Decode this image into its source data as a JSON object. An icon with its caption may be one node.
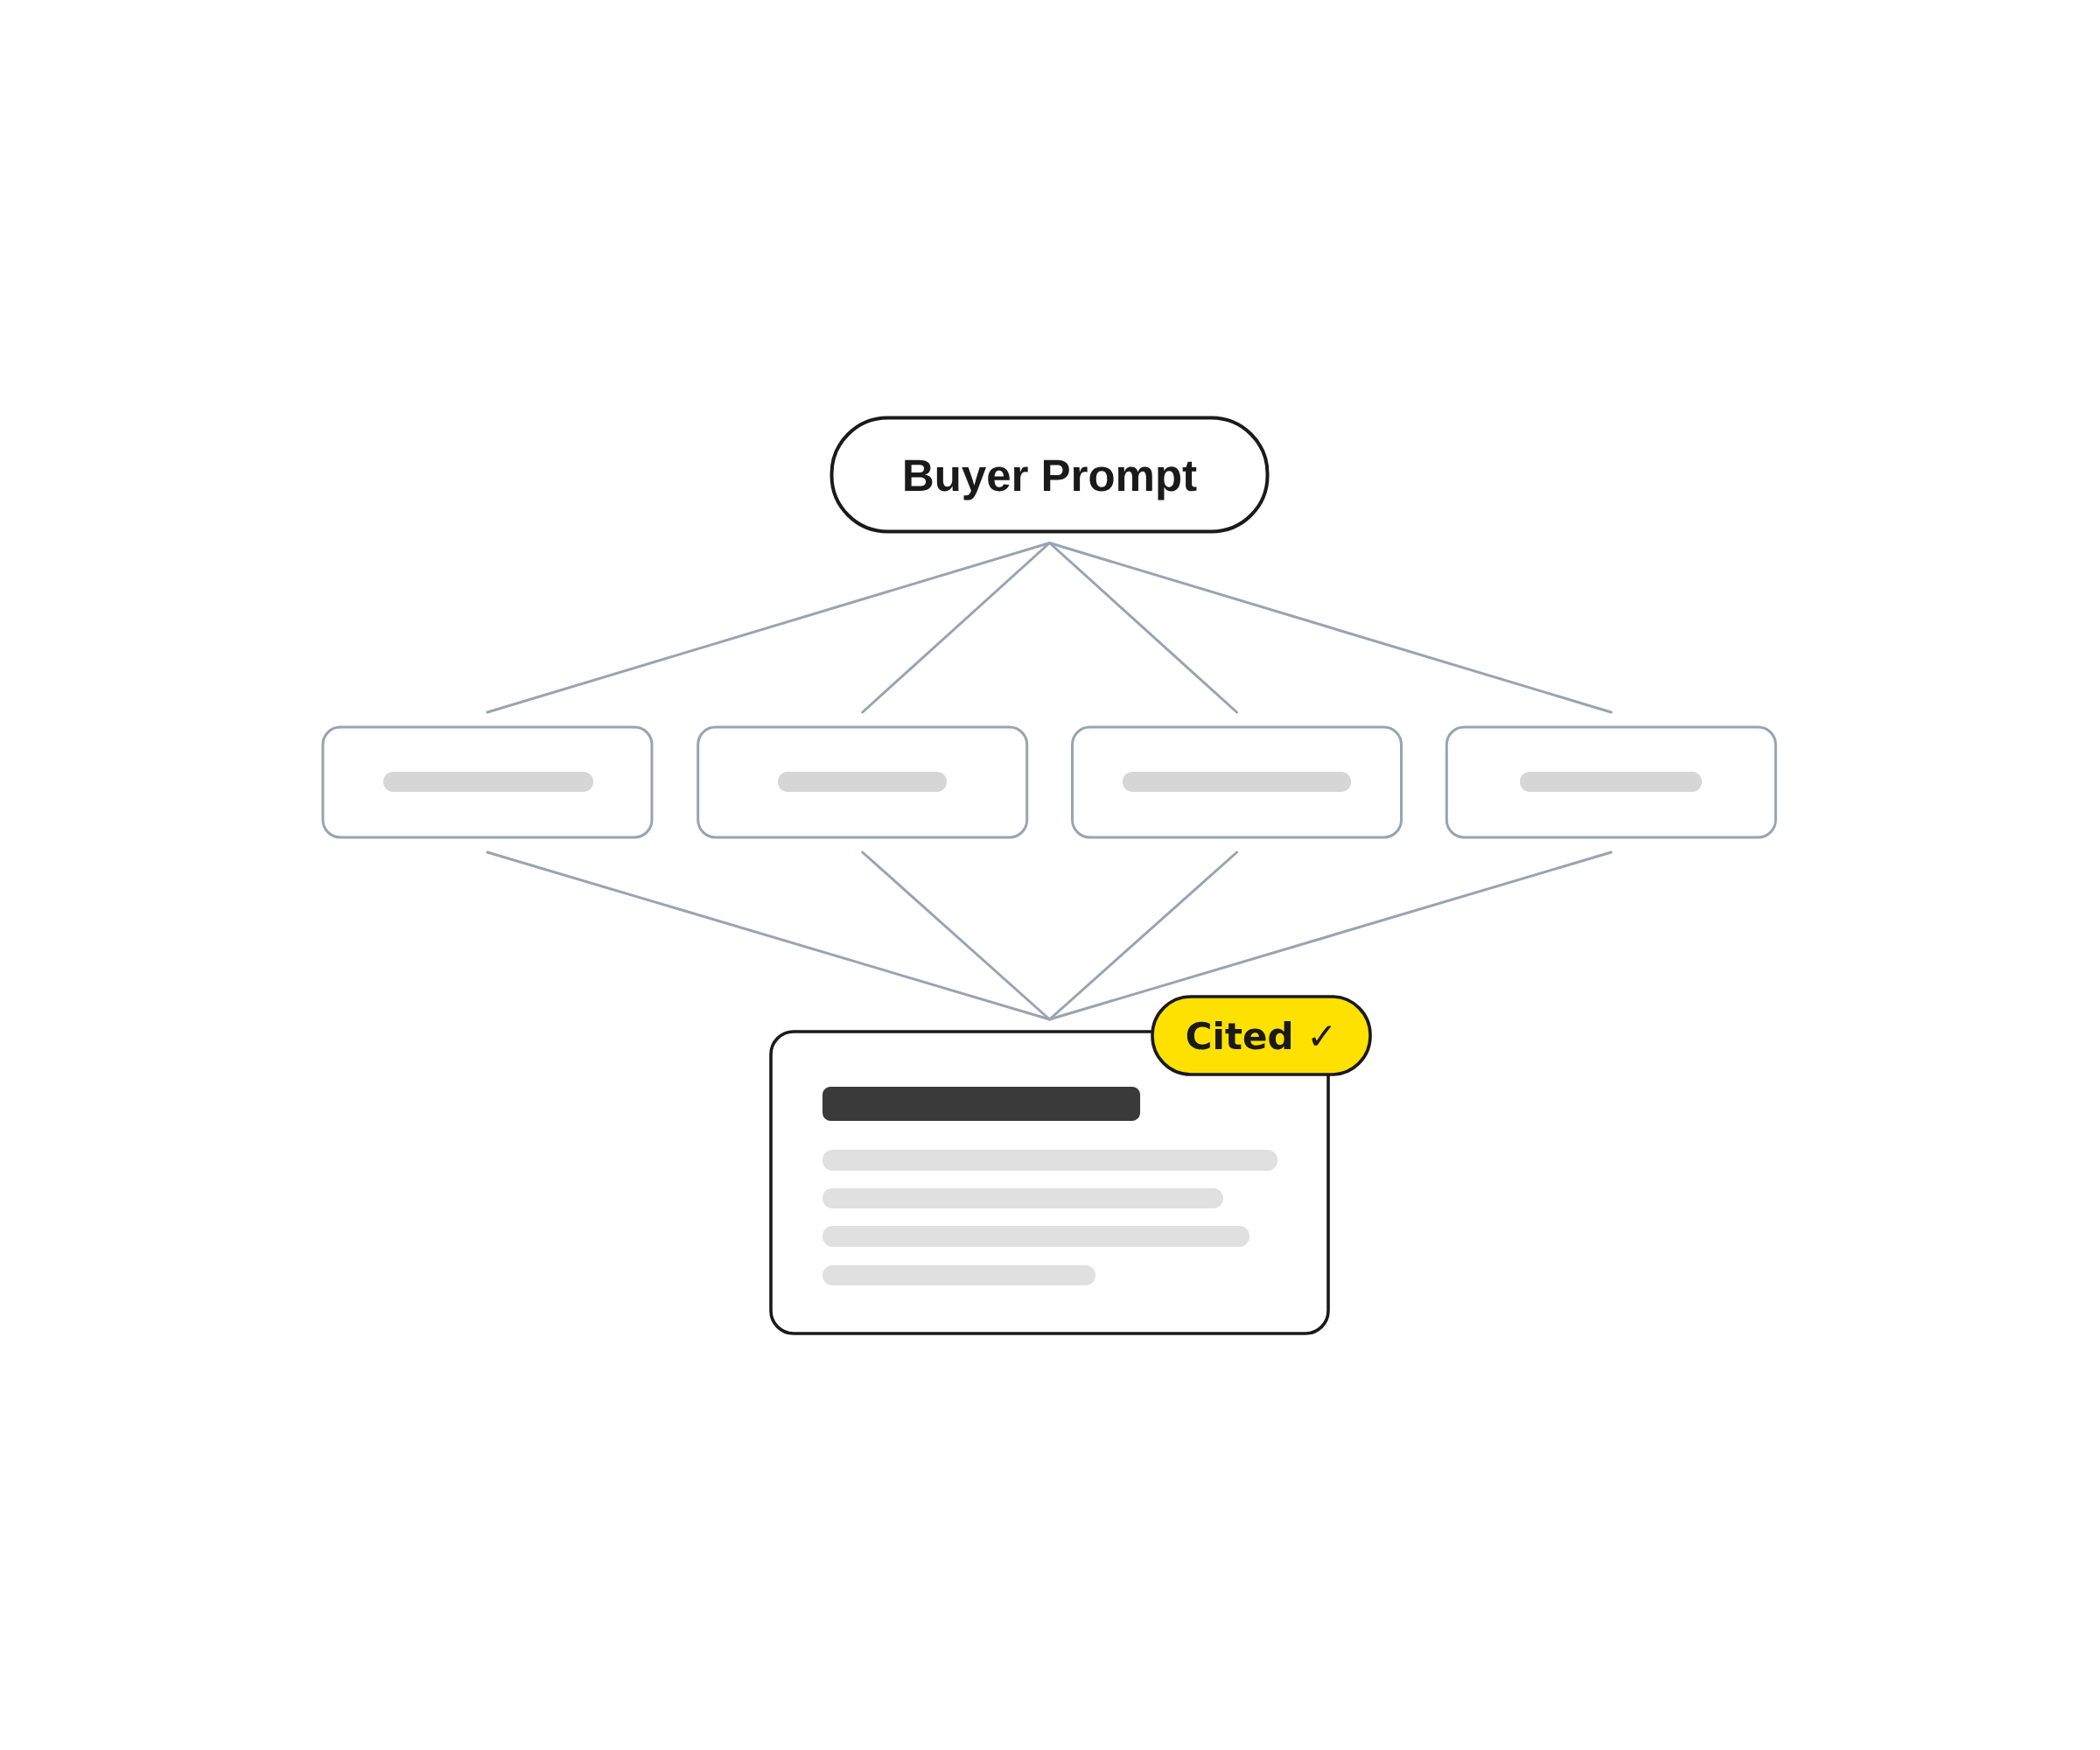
{
  "diagram": {
    "nodes": [
      {
        "text": [
          "Buyer Prompt"
        ]
      },
      {
        "text": [],
        "shape": "box"
      },
      {
        "text": [],
        "shape": "box"
      },
      {
        "text": [],
        "shape": "box"
      },
      {
        "text": [],
        "shape": "box"
      },
      {
        "text": [],
        "shape": "box"
      },
      {
        "text": [
          "Cited ✓"
        ]
      }
    ],
    "edges": [
      {
        "from": 0,
        "to": 1,
        "arrow": "none"
      },
      {
        "from": 0,
        "to": 2,
        "arrow": "none"
      },
      {
        "from": 0,
        "to": 3,
        "arrow": "none"
      },
      {
        "from": 0,
        "to": 4,
        "arrow": "none"
      },
      {
        "from": 1,
        "to": 5,
        "arrow": "none"
      },
      {
        "from": 2,
        "to": 5,
        "arrow": "none"
      },
      {
        "from": 3,
        "to": 5,
        "arrow": "none"
      },
      {
        "from": 4,
        "to": 5,
        "arrow": "none"
      }
    ]
  }
}
